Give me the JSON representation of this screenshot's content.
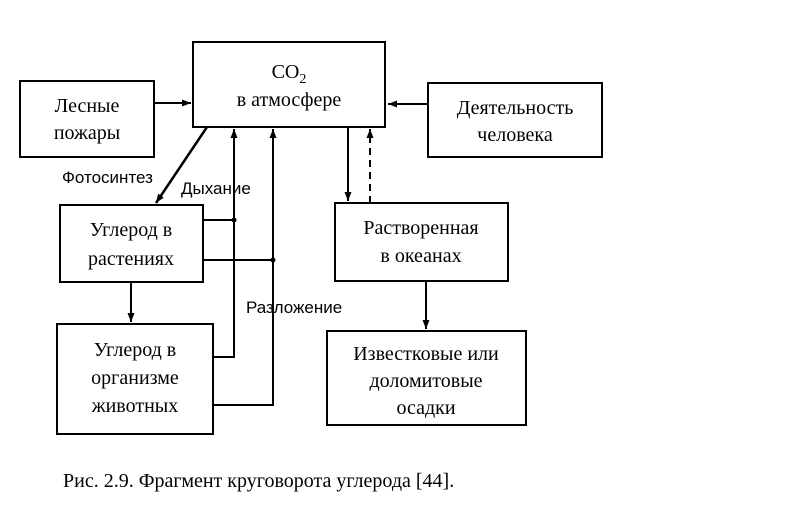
{
  "diagram": {
    "nodes": {
      "co2": {
        "formula": "CO",
        "subscript": "2",
        "line2": "в атмосфере"
      },
      "fires": {
        "line1": "Лесные",
        "line2": "пожары"
      },
      "human": {
        "line1": "Деятельность",
        "line2": "человека"
      },
      "plants": {
        "line1": "Углерод в",
        "line2": "растениях"
      },
      "ocean": {
        "line1": "Растворенная",
        "line2": "в океанах"
      },
      "animals": {
        "line1": "Углерод в",
        "line2": "организме",
        "line3": "животных"
      },
      "deposits": {
        "line1": "Известковые или",
        "line2": "доломитовые",
        "line3": "осадки"
      }
    },
    "labels": {
      "photosynthesis": "Фотосинтез",
      "respiration": "Дыхание",
      "decomposition": "Разложение"
    }
  },
  "caption": "Рис. 2.9.  Фрагмент круговорота углерода [44]."
}
